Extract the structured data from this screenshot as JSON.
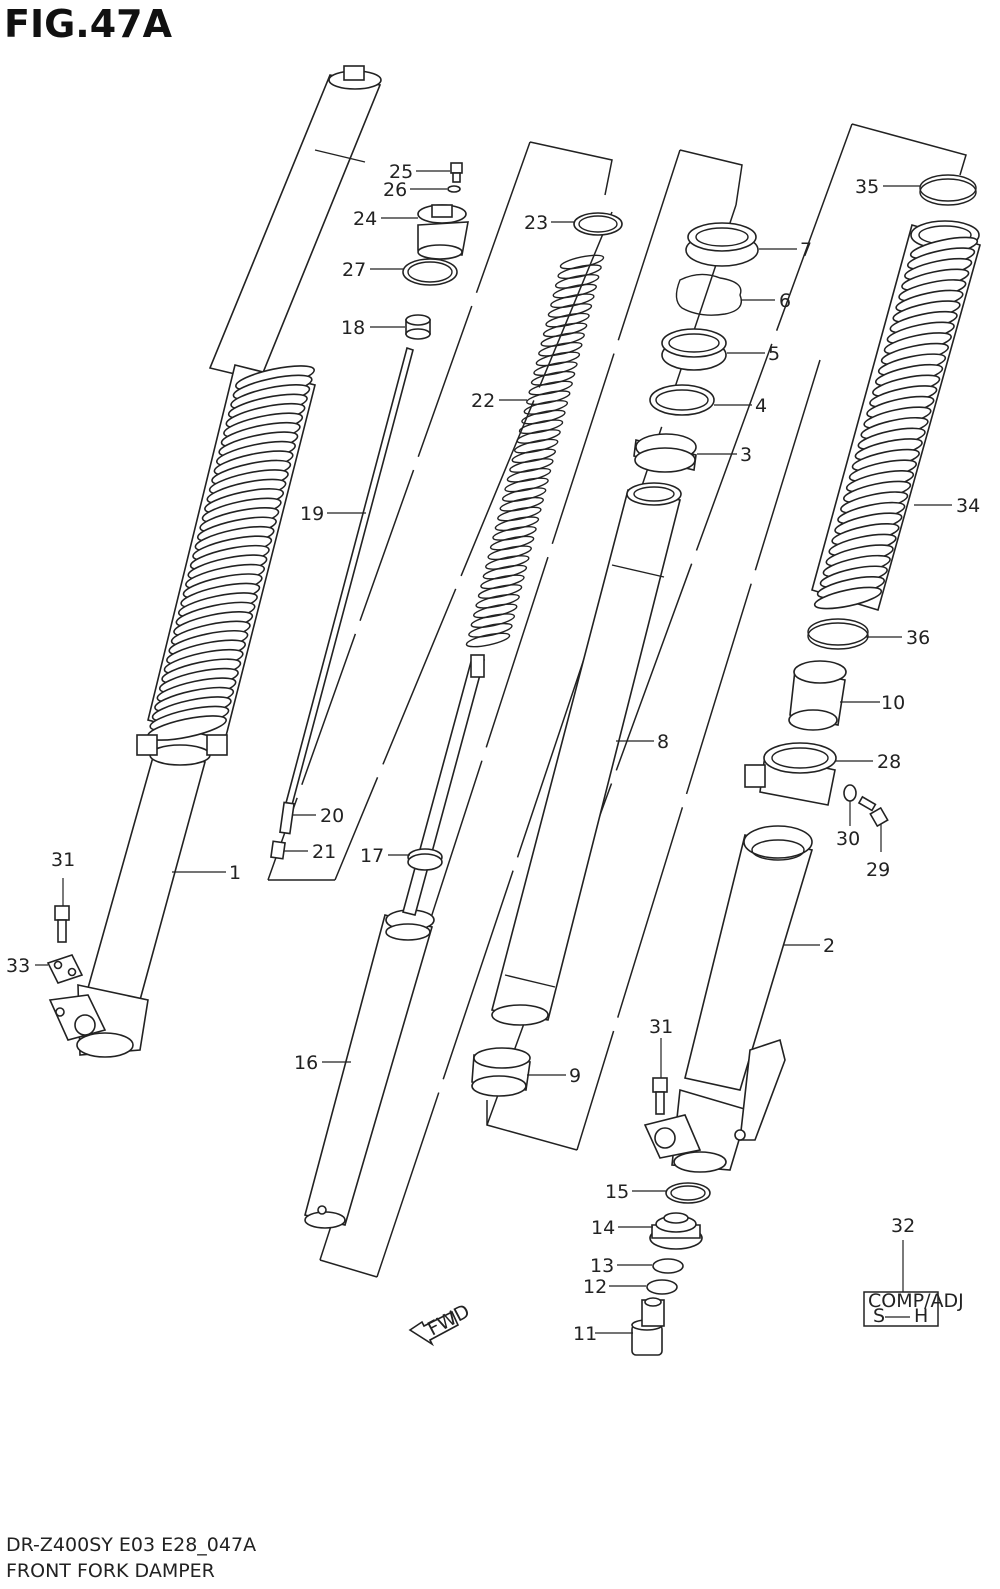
{
  "figure": {
    "title": "FIG.47A",
    "model": "DR-Z400SY E03 E28_047A",
    "name": "FRONT FORK DAMPER"
  },
  "fwd_label": "FWD",
  "note_box": {
    "line1": "COMP/ADJ",
    "line2_left": "S",
    "line2_right": "H"
  },
  "callouts": [
    "1",
    "2",
    "3",
    "4",
    "5",
    "6",
    "7",
    "8",
    "9",
    "10",
    "11",
    "12",
    "13",
    "14",
    "15",
    "16",
    "17",
    "18",
    "19",
    "20",
    "21",
    "22",
    "23",
    "24",
    "25",
    "26",
    "27",
    "28",
    "29",
    "30",
    "31",
    "31",
    "32",
    "33",
    "34",
    "35",
    "36"
  ]
}
